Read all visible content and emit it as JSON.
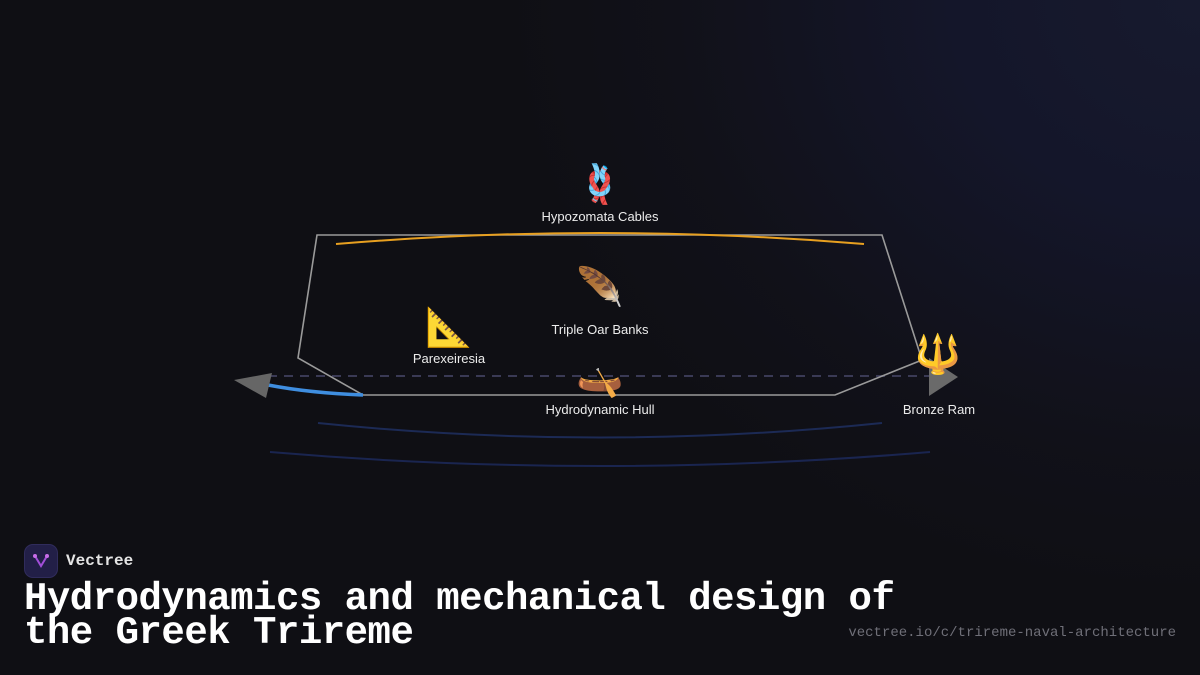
{
  "brand": {
    "name": "Vectree",
    "logo_icon": "branching-v-icon",
    "accent": "#a14ed8"
  },
  "title": "Hydrodynamics and mechanical design of the Greek Trireme",
  "url": "vectree.io/c/trireme-naval-architecture",
  "diagram": {
    "colors": {
      "hull_outline": "#9a9a9a",
      "cables": "#e8a020",
      "waterline": "#3a3a55",
      "wake": "#3f8ee0",
      "wave": "#1c2a55",
      "arrow": "#6a6a6a"
    },
    "nodes": [
      {
        "id": "hypozomata",
        "label": "Hypozomata Cables",
        "icon": "🪢",
        "icon_name": "knot-icon"
      },
      {
        "id": "oars",
        "label": "Triple Oar Banks",
        "icon": "🪶",
        "icon_name": "feather-icon"
      },
      {
        "id": "parexeiresia",
        "label": "Parexeiresia",
        "icon": "📐",
        "icon_name": "triangular-ruler-icon"
      },
      {
        "id": "hull",
        "label": "Hydrodynamic Hull",
        "icon": "🛶",
        "icon_name": "canoe-icon"
      },
      {
        "id": "ram",
        "label": "Bronze Ram",
        "icon": "🔱",
        "icon_name": "trident-icon"
      }
    ]
  }
}
